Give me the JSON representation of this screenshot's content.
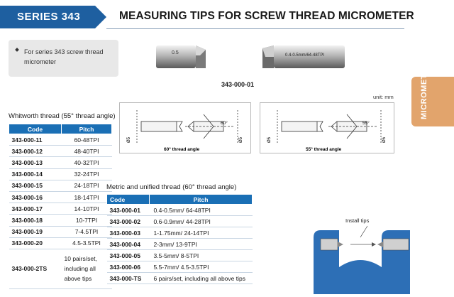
{
  "header": {
    "series": "SERIES 343",
    "title": "MEASURING TIPS FOR SCREW THREAD MICROMETER"
  },
  "note": {
    "text": "For series 343 screw thread micrometer"
  },
  "side_tab": {
    "label": "MICROMETER"
  },
  "product": {
    "part_no": "343-000-01",
    "left_tip_marking": "0.5",
    "right_tip_marking": "0.4-0.5mm/64-48TPI"
  },
  "unit": "unit: mm",
  "diagrams": [
    {
      "caption": "60° thread angle",
      "angle": "60°",
      "dim_a": "Ø5",
      "dim_b": "Ø5"
    },
    {
      "caption": "55° thread angle",
      "angle": "55°",
      "dim_a": "Ø5",
      "dim_b": "Ø5"
    }
  ],
  "whitworth": {
    "caption": "Whitworth thread (55° thread angle)",
    "headers": [
      "Code",
      "Pitch"
    ],
    "rows": [
      [
        "343-000-11",
        "60-48TPI"
      ],
      [
        "343-000-12",
        "48-40TPI"
      ],
      [
        "343-000-13",
        "40-32TPI"
      ],
      [
        "343-000-14",
        "32-24TPI"
      ],
      [
        "343-000-15",
        "24-18TPI"
      ],
      [
        "343-000-16",
        "18-14TPI"
      ],
      [
        "343-000-17",
        "14-10TPI"
      ],
      [
        "343-000-18",
        "10-7TPI"
      ],
      [
        "343-000-19",
        "7-4.5TPI"
      ],
      [
        "343-000-20",
        "4.5-3.5TPI"
      ]
    ],
    "set": {
      "code": "343-000-2TS",
      "pitch": "10 pairs/set, including all above tips"
    }
  },
  "metric": {
    "caption": "Metric and unified thread (60° thread angle)",
    "headers": [
      "Code",
      "Pitch"
    ],
    "rows": [
      [
        "343-000-01",
        "0.4-0.5mm/ 64-48TPI"
      ],
      [
        "343-000-02",
        "0.6-0.9mm/ 44-28TPI"
      ],
      [
        "343-000-03",
        "1-1.75mm/ 24-14TPI"
      ],
      [
        "343-000-04",
        "2-3mm/ 13-9TPI"
      ],
      [
        "343-000-05",
        "3.5-5mm/ 8-5TPI"
      ],
      [
        "343-000-06",
        "5.5-7mm/ 4.5-3.5TPI"
      ]
    ],
    "set": {
      "code": "343-000-TS",
      "pitch": "6 pairs/set, including all above tips"
    }
  },
  "install": {
    "label": "Install tips"
  },
  "colors": {
    "accent": "#1a6fb5",
    "badge": "#1e5fa0",
    "side_tab": "#e2a46c"
  }
}
